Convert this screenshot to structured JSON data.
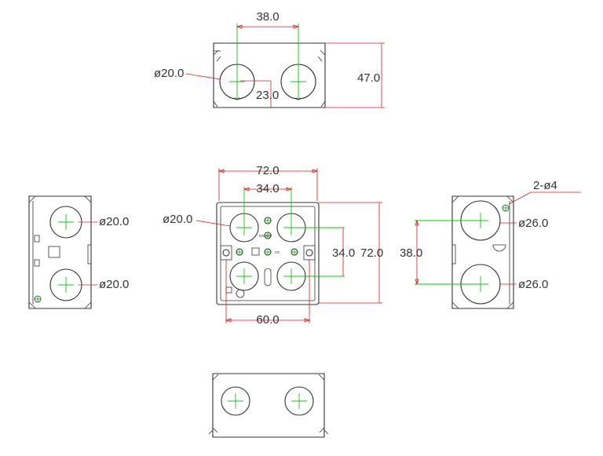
{
  "top_view": {
    "hole_spacing": "38.0",
    "hole_diameter": "ø20.0",
    "hole_offset": "23.0",
    "height": "47.0"
  },
  "front_view": {
    "width": "72.0",
    "hole_spacing_h": "34.0",
    "hole_diameter": "ø20.0",
    "hole_spacing_v": "34.0",
    "height": "72.0",
    "mount_spacing": "60.0",
    "part_code": "DS4602",
    "ce_mark": "CE"
  },
  "left_view": {
    "upper_hole": "ø20.0",
    "lower_hole": "ø20.0"
  },
  "right_view": {
    "mount_holes": "2-ø4",
    "hole_spacing": "38.0",
    "upper_hole": "ø26.0",
    "lower_hole": "ø26.0"
  },
  "colors": {
    "outline": "#333333",
    "dimension": "#d81b1b",
    "centerline": "#18c018"
  }
}
